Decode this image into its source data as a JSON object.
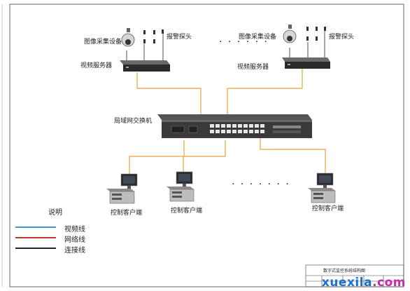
{
  "labels": {
    "capture_left": "图像采集设备",
    "alarm_left": "报警探头",
    "server_left": "视频服务器",
    "capture_right": "图像采集设备",
    "alarm_right": "报警探头",
    "server_right": "视频服务器",
    "switch": "局域网交换机",
    "client_1": "控制客户端",
    "client_2": "控制客户端",
    "client_3": "控制客户端",
    "dots_top": "· · · · · ·",
    "dots_bottom": "· · · · · · ·"
  },
  "legend": {
    "title": "说明",
    "items": [
      {
        "label": "视频线",
        "color": "#3a9ad9"
      },
      {
        "label": "网络线",
        "color": "#c0392b"
      },
      {
        "label": "连接线",
        "color": "#222222"
      }
    ]
  },
  "title_block": "数字式监控系统结构图",
  "watermark": {
    "text_main": "xuexila",
    "text_tld": ".com",
    "color_main": "#1e6fd0",
    "color_tld": "#c82aa8"
  },
  "colors": {
    "cable": "#e8a23a",
    "frame": "#444444"
  }
}
